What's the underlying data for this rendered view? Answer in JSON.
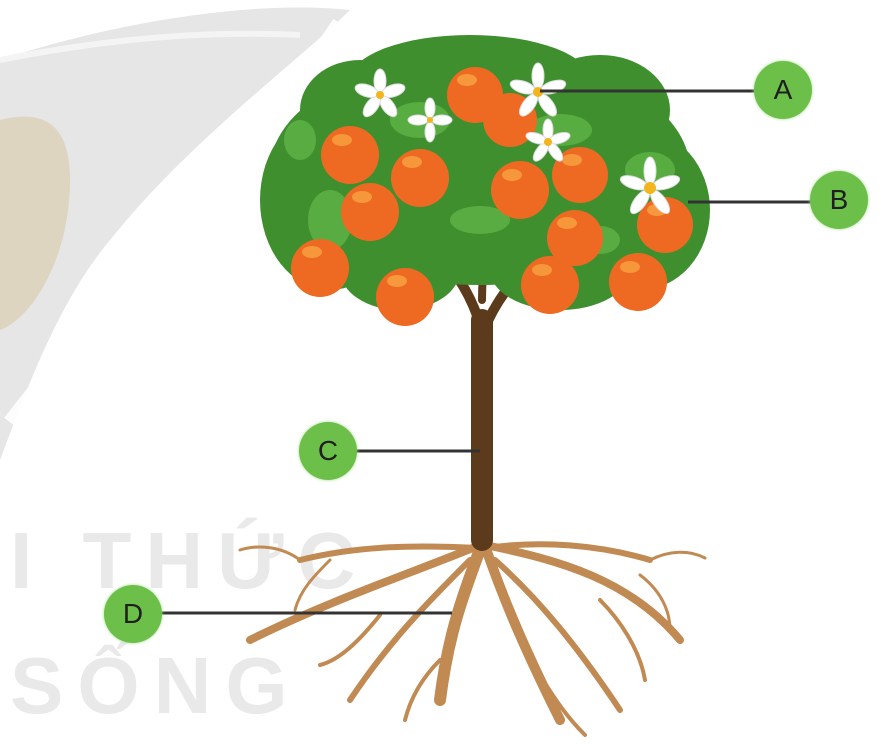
{
  "watermark": {
    "line1": "I THỨC",
    "line2": "SỐNG"
  },
  "labels": {
    "a": "A",
    "b": "B",
    "c": "C",
    "d": "D"
  },
  "colors": {
    "label_fill": "#6cc04a",
    "leader_line": "#333333",
    "trunk": "#5b3b1c",
    "roots": "#c08a52",
    "leaves": "#3f8f2f",
    "fruit": "#ee6a23",
    "flower": "#ffffff"
  }
}
